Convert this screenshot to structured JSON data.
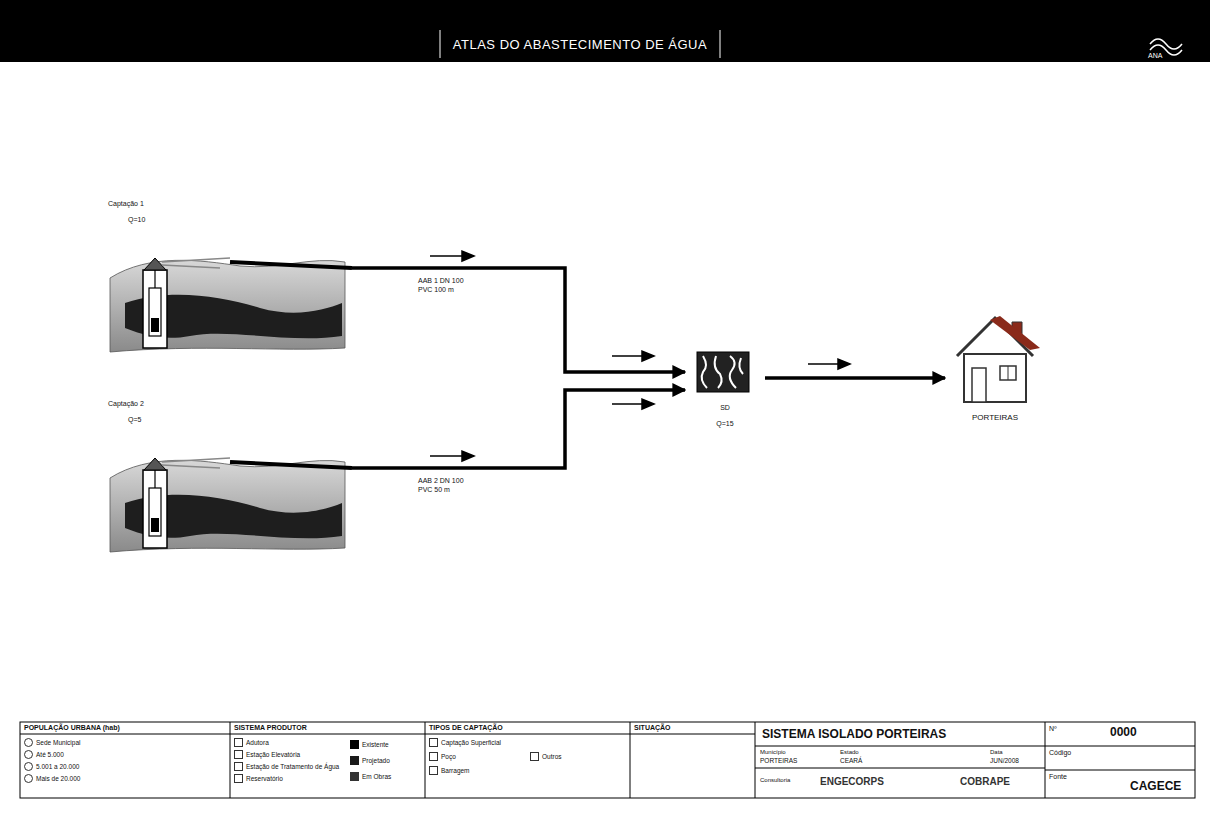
{
  "diagram": {
    "title": "ATLAS DO ABASTECIMENTO DE ÁGUA",
    "nodes": [
      {
        "text": [
          "Captação 1",
          "Q=10"
        ]
      },
      {
        "text": [
          "Captação 2",
          "Q=5"
        ]
      },
      {
        "text": [
          "SD",
          "Q=15"
        ]
      },
      {
        "text": [
          "PORTEIRAS"
        ]
      }
    ],
    "edges": [
      {
        "from": 0,
        "to": 2,
        "arrow": "to",
        "label": "AAB 1 DN 100 PVC 100 m"
      },
      {
        "from": 1,
        "to": 2,
        "arrow": "to",
        "label": "AAB 2 DN 100 PVC 50 m"
      },
      {
        "from": 2,
        "to": 3,
        "arrow": "to"
      }
    ],
    "labels": [
      "ANA",
      "POPULAÇÃO URBANA (hab)",
      "SISTEMA PRODUTOR",
      "TIPOS DE CAPTAÇÃO",
      "SITUAÇÃO",
      "SISTEMA ISOLADO PORTEIRAS",
      "Município",
      "PORTEIRAS",
      "Estado",
      "CEARÁ",
      "Data",
      "JUN/2008",
      "Consultoria",
      "ENGECORPS",
      "COBRAPE",
      "Nº",
      "0000",
      "Código",
      "Fonte",
      "CAGECE"
    ],
    "legend": [
      {
        "text": "Sede Municipal"
      },
      {
        "text": "Até 5.000"
      },
      {
        "text": "5.001 a 20.000"
      },
      {
        "text": "Mais de 20.000"
      },
      {
        "text": "Adutora"
      },
      {
        "text": "Estação Elevatória"
      },
      {
        "text": "Estação de Tratamento de Água"
      },
      {
        "text": "Reservatório"
      },
      {
        "text": "Existente",
        "color": "#000000"
      },
      {
        "text": "Projetado",
        "color": "#1a1a1a"
      },
      {
        "text": "Em Obras",
        "color": "#333333"
      },
      {
        "text": "Captação Superficial"
      },
      {
        "text": "Poço"
      },
      {
        "text": "Barragem"
      },
      {
        "text": "Outros"
      }
    ]
  }
}
